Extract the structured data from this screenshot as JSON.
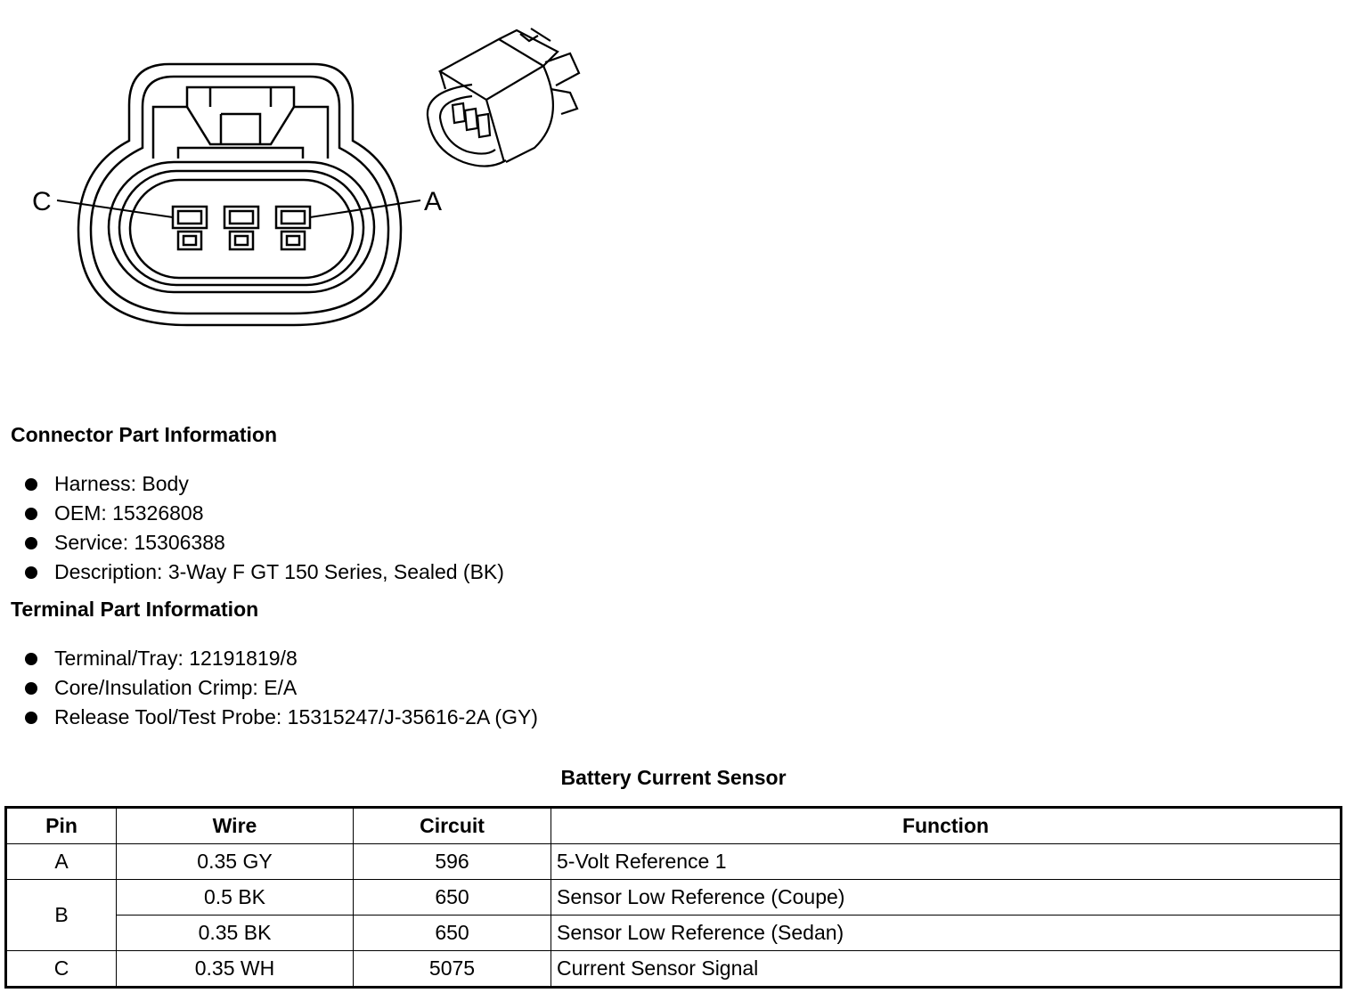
{
  "diagram": {
    "label_left": "C",
    "label_right": "A"
  },
  "connector_part": {
    "title": "Connector Part Information",
    "items": [
      "Harness: Body",
      "OEM: 15326808",
      "Service: 15306388",
      "Description: 3-Way F GT 150 Series, Sealed (BK)"
    ]
  },
  "terminal_part": {
    "title": "Terminal Part Information",
    "items": [
      "Terminal/Tray: 12191819/8",
      "Core/Insulation Crimp: E/A",
      "Release Tool/Test Probe: 15315247/J-35616-2A (GY)"
    ]
  },
  "table": {
    "title": "Battery Current Sensor",
    "headers": [
      "Pin",
      "Wire",
      "Circuit",
      "Function"
    ],
    "rows": [
      {
        "pin": "A",
        "wire": "0.35 GY",
        "circuit": "596",
        "function": "5-Volt Reference 1"
      },
      {
        "pin": "B",
        "wire": "0.5 BK",
        "circuit": "650",
        "function": "Sensor Low Reference (Coupe)"
      },
      {
        "pin": "",
        "wire": "0.35 BK",
        "circuit": "650",
        "function": "Sensor Low Reference (Sedan)"
      },
      {
        "pin": "C",
        "wire": "0.35 WH",
        "circuit": "5075",
        "function": "Current Sensor Signal"
      }
    ]
  }
}
